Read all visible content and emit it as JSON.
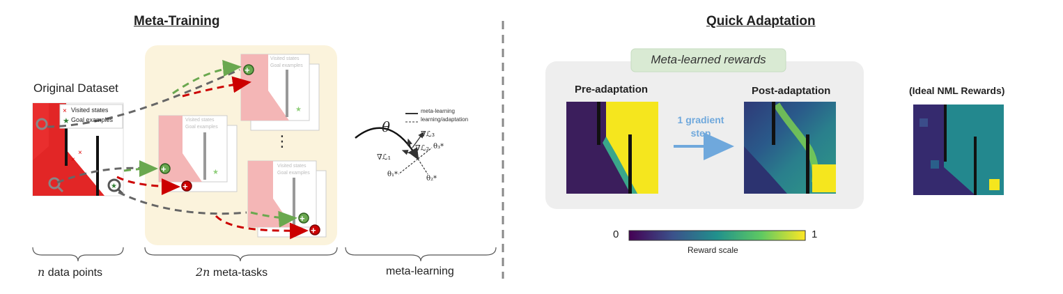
{
  "meta_training": {
    "title": "Meta-Training",
    "original_dataset_label": "Original Dataset",
    "legend_visited": "Visited states",
    "legend_goal": "Goal examples",
    "ellipsis": "⋮",
    "n_data_points_italic": "n",
    "n_data_points_text": " data points",
    "meta_tasks_italic": "2n",
    "meta_tasks_text": " meta-tasks",
    "meta_learning_label": "meta-learning",
    "diagram": {
      "legend_solid": "meta-learning",
      "legend_dashed": "learning/adaptation",
      "theta": "θ",
      "grad_L3": "∇ℒ₃",
      "grad_L2": "∇ℒ₂",
      "grad_L1": "∇ℒ₁",
      "theta1": "θ₁*",
      "theta2": "θ₂*",
      "theta3": "θ₃*"
    }
  },
  "quick_adaptation": {
    "title": "Quick Adaptation",
    "banner": "Meta-learned rewards",
    "pre_label": "Pre-adaptation",
    "post_label": "Post-adaptation",
    "ideal_label": "(Ideal NML Rewards)",
    "step_line1": "1 gradient",
    "step_line2": "step",
    "colorbar_min": "0",
    "colorbar_max": "1",
    "colorbar_label": "Reward scale"
  },
  "colors": {
    "arrow_green": "#6aa84f",
    "arrow_red": "#cc0000",
    "arrow_gray": "#666666",
    "panel_bg": "#fbf3dc",
    "adapt_bg": "#eeeeee",
    "banner_bg": "#d9ead3",
    "step_blue": "#6fa8dc",
    "yellow": "#f5e61e",
    "purple": "#3b1e5c",
    "teal": "#23888e"
  }
}
